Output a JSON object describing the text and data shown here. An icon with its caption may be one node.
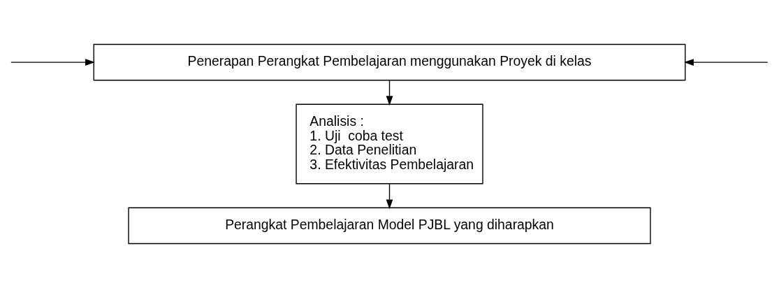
{
  "diagram": {
    "nodes": [
      {
        "text": [
          "Penerapan Perangkat Pembelajaran menggunakan Proyek di kelas"
        ]
      },
      {
        "text": [
          "Analisis :",
          "1. Uji  coba test",
          "2. Data Penelitian",
          "3. Efektivitas Pembelajaran"
        ]
      },
      {
        "text": [
          "Perangkat Pembelajaran Model PJBL yang diharapkan"
        ]
      }
    ],
    "edges": [
      {
        "from": null,
        "to": 0,
        "arrow": "to"
      },
      {
        "from": null,
        "to": 0,
        "arrow": "to"
      },
      {
        "from": 0,
        "to": 1,
        "arrow": "to"
      },
      {
        "from": 1,
        "to": 2,
        "arrow": "to"
      }
    ]
  }
}
